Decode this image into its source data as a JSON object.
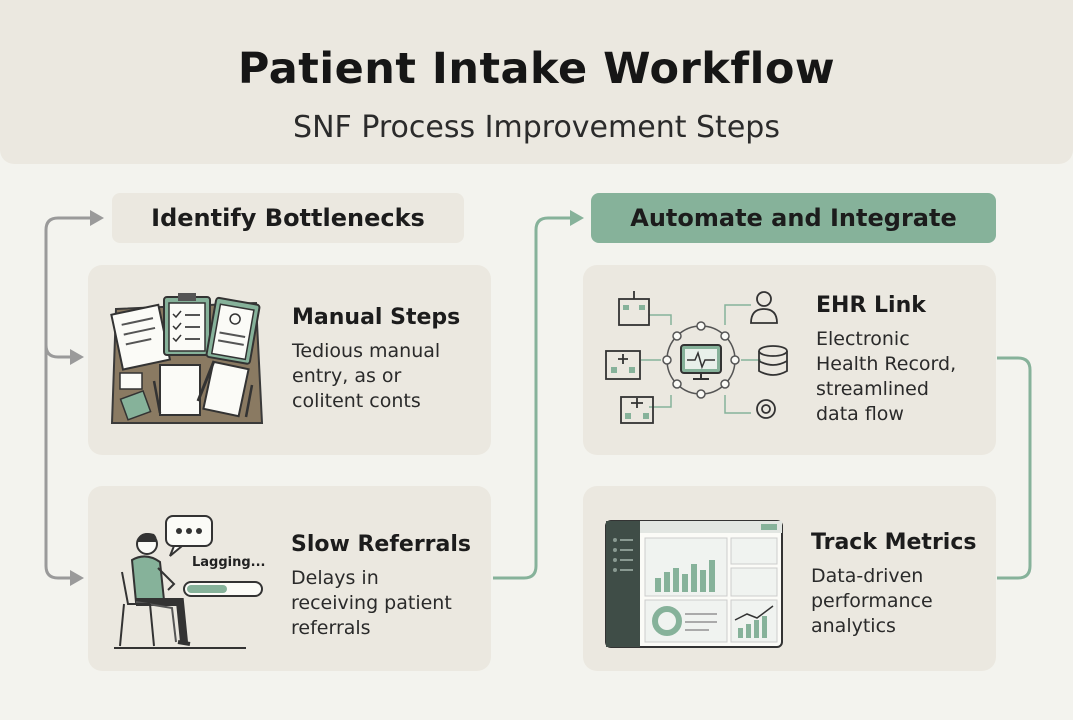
{
  "header": {
    "title": "Patient Intake Workflow",
    "subtitle": "SNF Process Improvement Steps"
  },
  "sections": {
    "left_label": "Identify Bottlenecks",
    "right_label": "Automate and Integrate"
  },
  "cards": {
    "manual": {
      "title": "Manual Steps",
      "desc": "Tedious manual\nentry, as or\ncolitent conts"
    },
    "referrals": {
      "title": "Slow Referrals",
      "desc": "Delays in\nreceiving patient\nreferrals",
      "status_text": "Lagging..."
    },
    "ehr": {
      "title": "EHR Link",
      "desc": "Electronic\nHealth Record,\nstreamlined\ndata flow"
    },
    "metrics": {
      "title": "Track Metrics",
      "desc": "Data-driven\nperformance\nanalytics"
    }
  },
  "colors": {
    "accent": "#86b29a",
    "line_gray": "#9a9a9a",
    "line_green": "#86b29a",
    "card_bg": "#ebe8e0",
    "page_bg": "#f3f3ee"
  }
}
